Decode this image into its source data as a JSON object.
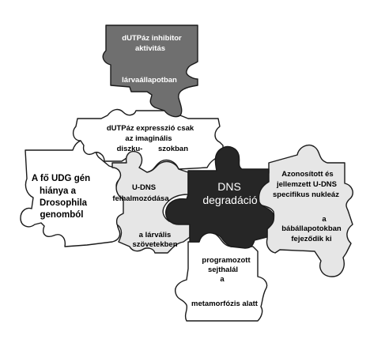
{
  "diagram": {
    "pieces": {
      "dutpase_inhibitor": {
        "line1": "dUTPáz inhibitor",
        "line2": "aktivitás",
        "line3": "lárvaállapotban"
      },
      "dutpase_expression": {
        "line1": "dUTPáz expresszió csak",
        "line2": "az imaginális",
        "line3": "diszku-",
        "line4": "szokban"
      },
      "udg_gene": {
        "line1": "A fő UDG gén",
        "line2": "hiánya a",
        "line3": "Drosophila",
        "line4": "genomból"
      },
      "u_dna_accumulation": {
        "line1": "U-DNS",
        "line2": "felhalmozódása",
        "line3": "a lárvális",
        "line4": "szövetekben"
      },
      "dna_degradation": {
        "line1": "DNS",
        "line2": "degradáció"
      },
      "nuclease": {
        "line1": "Azonosított és",
        "line2": "jellemzett U-DNS",
        "line3": "specifikus nukleáz",
        "line4": "a",
        "line5": "bábállapotokban",
        "line6": "fejeződik ki"
      },
      "cell_death": {
        "line1": "programozott",
        "line2": "sejthalál",
        "line3": "a",
        "line4": "metamorfózis alatt"
      }
    },
    "colors": {
      "dark_piece": "#262626",
      "gray_piece": "#6f6f6f",
      "light_piece": "#e6e6e6",
      "white_piece": "#ffffff",
      "outline": "#1a1a1a"
    }
  }
}
